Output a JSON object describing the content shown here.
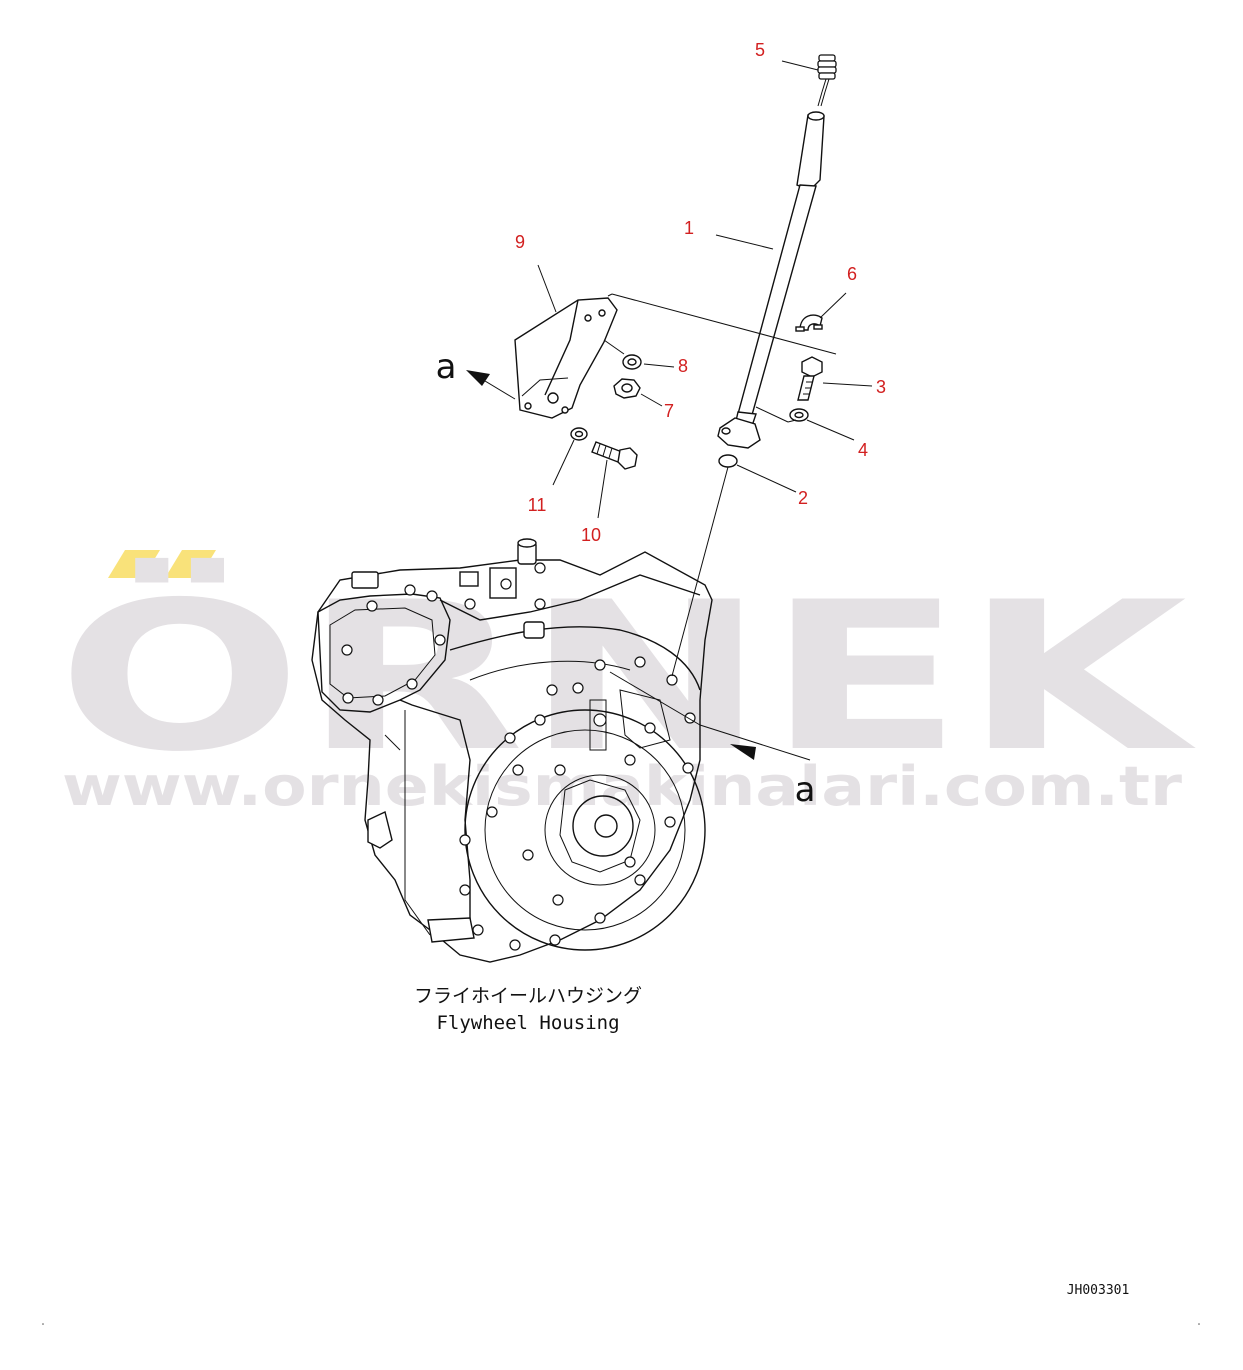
{
  "watermark": {
    "brand": "ÖRNEK",
    "url": "www.orneki̇smaki̇nalari.com.tr",
    "text_color": "#e4e1e4",
    "accent_color": "#f9e27a"
  },
  "callouts": [
    {
      "id": "1",
      "part": "dipstick-guide-tube"
    },
    {
      "id": "2",
      "part": "o-ring"
    },
    {
      "id": "3",
      "part": "bolt"
    },
    {
      "id": "4",
      "part": "washer"
    },
    {
      "id": "5",
      "part": "dipstick-gauge"
    },
    {
      "id": "6",
      "part": "u-clip"
    },
    {
      "id": "7",
      "part": "nut"
    },
    {
      "id": "8",
      "part": "washer"
    },
    {
      "id": "9",
      "part": "bracket"
    },
    {
      "id": "10",
      "part": "bolt"
    },
    {
      "id": "11",
      "part": "washer"
    }
  ],
  "view_markers": {
    "top": "a",
    "bottom": "a"
  },
  "caption": {
    "japanese": "フライホイールハウジング",
    "english": "Flywheel Housing"
  },
  "drawing_code": "JH003301",
  "colors": {
    "callout": "#d22020",
    "ink": "#111111"
  }
}
